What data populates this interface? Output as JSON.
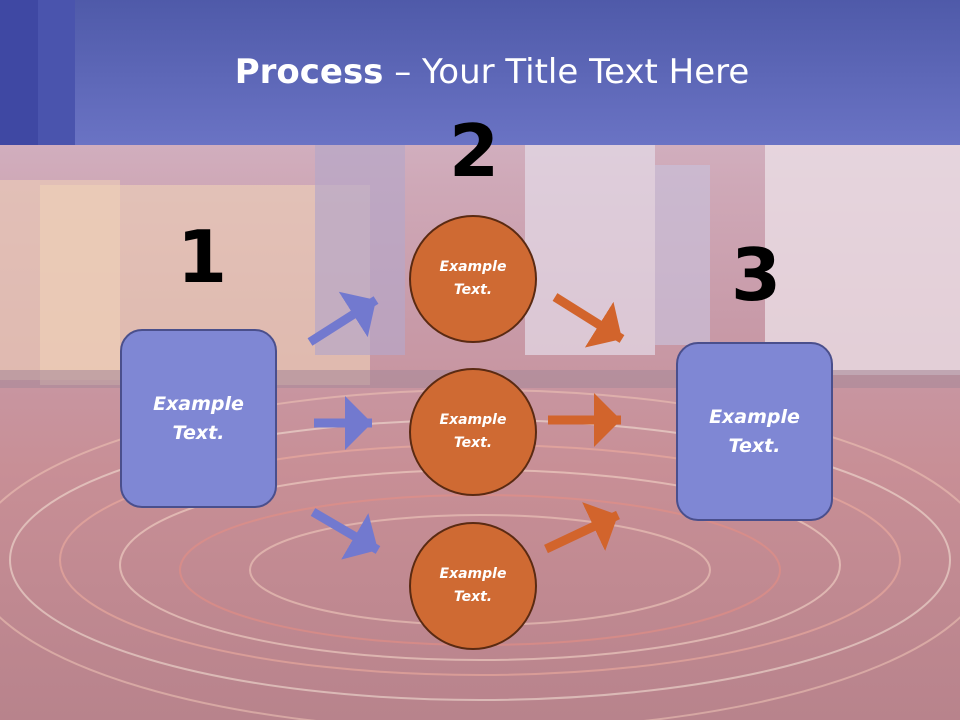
{
  "title": {
    "bold": "Process",
    "rest": " – Your Title Text Here"
  },
  "numbers": [
    "1",
    "2",
    "3"
  ],
  "left_box": {
    "line1": "Example",
    "line2": "Text."
  },
  "right_box": {
    "line1": "Example",
    "line2": "Text."
  },
  "circles": [
    {
      "line1": "Example",
      "line2": "Text."
    },
    {
      "line1": "Example",
      "line2": "Text."
    },
    {
      "line1": "Example",
      "line2": "Text."
    }
  ],
  "colors": {
    "box": "#7f87d4",
    "circle": "#cf6a33",
    "header": "#5d66b8",
    "arrow_blue": "#7279cf",
    "arrow_orange": "#d2642c"
  }
}
